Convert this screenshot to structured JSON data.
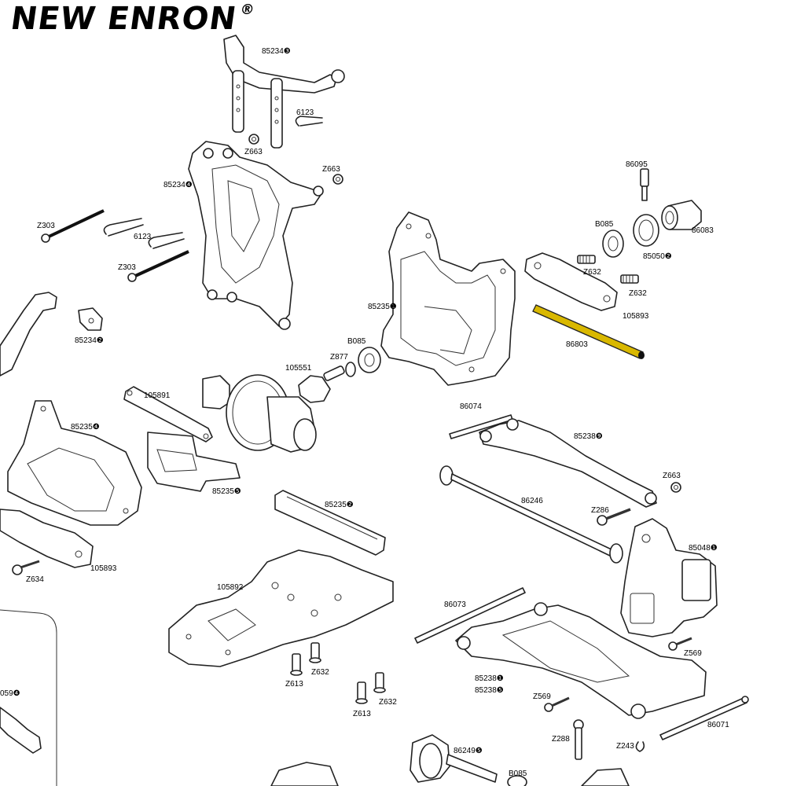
{
  "brand": {
    "name": "NEW ENRON",
    "mark": "®"
  },
  "accent_color": "#d9b800",
  "labels": {
    "p85234_3": "85234❸",
    "p6123_a": "6123",
    "pZ663_a": "Z663",
    "pZ663_b": "Z663",
    "p85234_4": "85234❹",
    "pZ303_a": "Z303",
    "p6123_b": "6123",
    "pZ303_b": "Z303",
    "p85234_2": "85234❷",
    "p86095": "86095",
    "pB085_a": "B085",
    "p86083": "86083",
    "p85050_2": "85050❷",
    "pZ632_a": "Z632",
    "pZ632_b": "Z632",
    "p105893_a": "105893",
    "p86803": "86803",
    "p85235_1": "85235❶",
    "pB085_b": "B085",
    "pZ877": "Z877",
    "p105551": "105551",
    "p105891": "105891",
    "p86074": "86074",
    "p85238_9": "85238❾",
    "p85235_4": "85235❹",
    "p85235_5": "85235❺",
    "pZ663_c": "Z663",
    "p86246": "86246",
    "p85235_2": "85235❷",
    "pZ286": "Z286",
    "p85048_1": "85048❶",
    "p105893_b": "105893",
    "pZ634": "Z634",
    "p105892": "105892",
    "p86073": "86073",
    "pZ569_a": "Z569",
    "pZ632_c": "Z632",
    "pZ613_a": "Z613",
    "p85238_1": "85238❶",
    "p85238_5": "85238❺",
    "pZ632_d": "Z632",
    "pZ613_b": "Z613",
    "pZ569_b": "Z569",
    "p059_4": "059❹",
    "p86071": "86071",
    "pZ288": "Z288",
    "pZ243": "Z243",
    "p86249_5": "86249❺",
    "pB085_c": "B085"
  }
}
